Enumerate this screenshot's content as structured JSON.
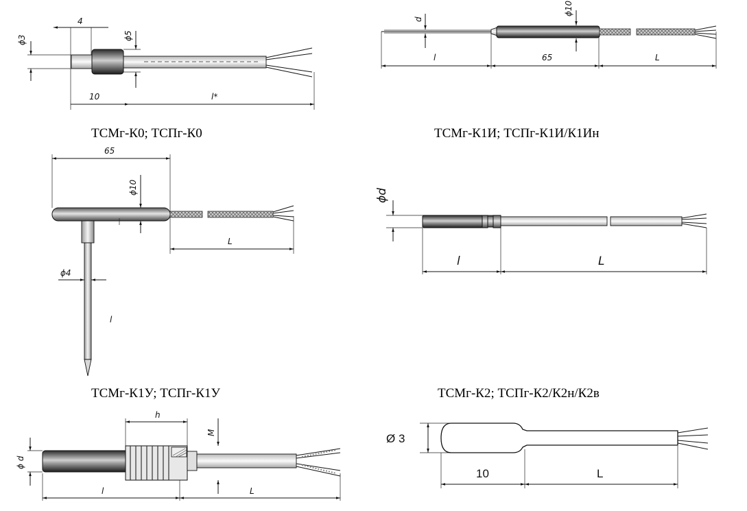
{
  "captions": {
    "k0": "ТСМг-К0; ТСПг-К0",
    "k1i": "ТСМг-К1И; ТСПг-К1И/К1Ин",
    "k1u": "ТСМг-К1У; ТСПг-К1У",
    "k2": "ТСМг-К2; ТСПг-К2/К2н/К2в"
  },
  "dims": {
    "k0": {
      "d3": "ϕ3",
      "d5": "ϕ5",
      "w4": "4",
      "w10": "10",
      "l": "l*"
    },
    "k1i": {
      "d": "d",
      "d10": "ϕ10",
      "l": "l",
      "w65": "65",
      "L": "L"
    },
    "k1u": {
      "w65": "65",
      "d10": "ϕ10",
      "d4": "ϕ4",
      "l": "l",
      "L": "L"
    },
    "k2": {
      "d": "ϕd",
      "l": "l",
      "L": "L"
    },
    "k3": {
      "d": "ϕ d",
      "h": "h",
      "M": "M",
      "l": "l",
      "L": "L"
    },
    "k4": {
      "d3": "Ø 3",
      "w10": "10",
      "L": "L"
    }
  }
}
